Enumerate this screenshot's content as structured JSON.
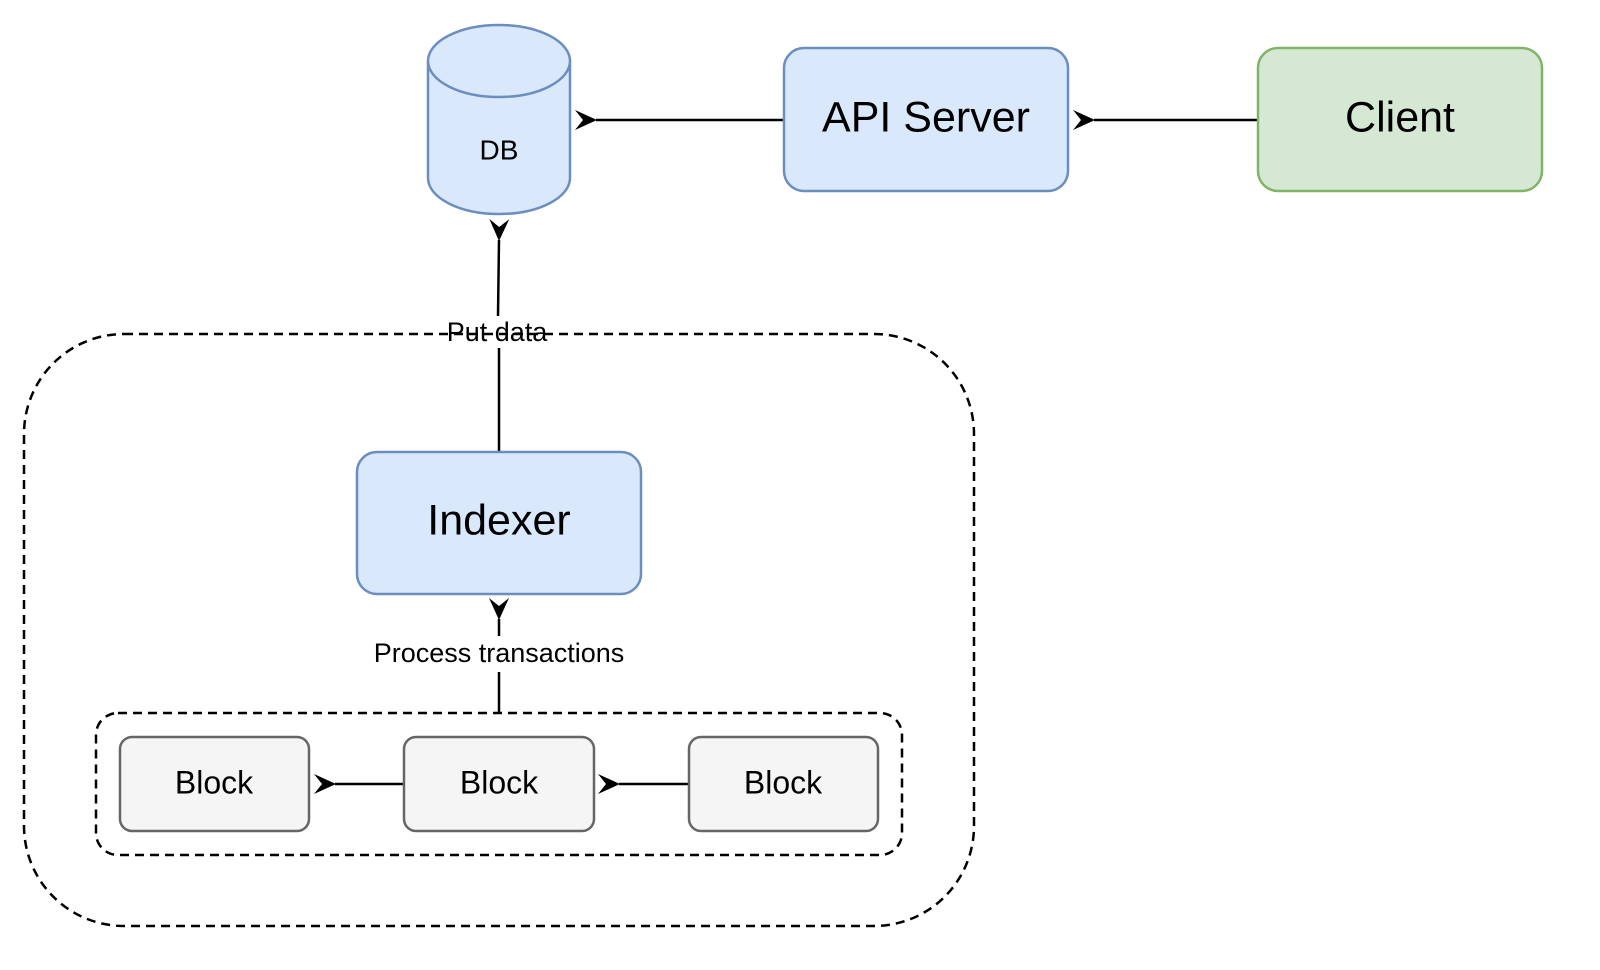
{
  "nodes": {
    "db": {
      "label": "DB"
    },
    "api_server": {
      "label": "API Server"
    },
    "client": {
      "label": "Client"
    },
    "indexer": {
      "label": "Indexer"
    },
    "blocks": [
      {
        "label": "Block"
      },
      {
        "label": "Block"
      },
      {
        "label": "Block"
      }
    ]
  },
  "edges": {
    "put_data": {
      "label": "Put data"
    },
    "process_transactions": {
      "label": "Process transactions"
    }
  },
  "colors": {
    "blue_fill": "#dae8fc",
    "blue_stroke": "#6c8ebf",
    "green_fill": "#d5e8d4",
    "green_stroke": "#82b366",
    "gray_fill": "#f5f5f5",
    "gray_stroke": "#666666",
    "line": "#000000"
  }
}
